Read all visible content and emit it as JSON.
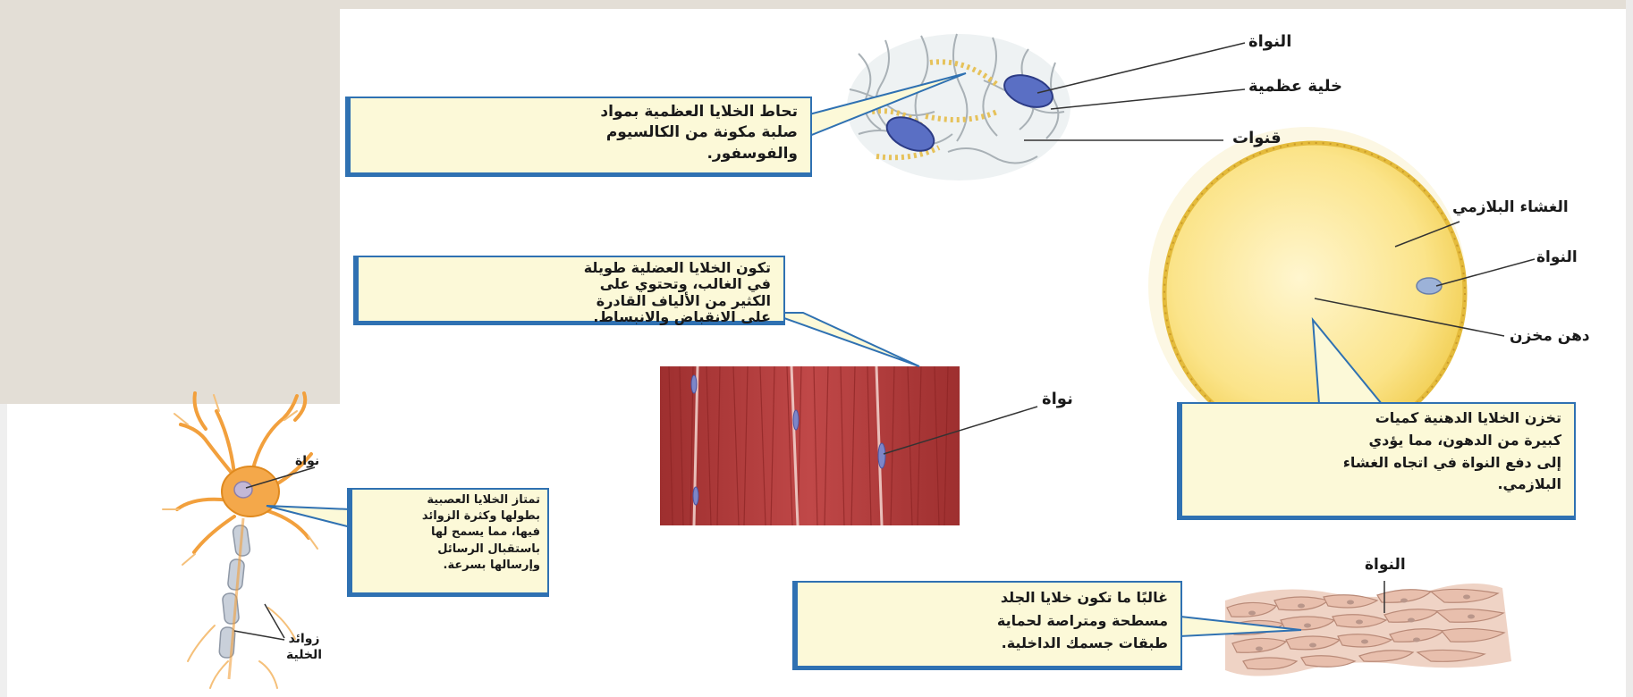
{
  "bone": {
    "callout_lines": [
      "تحاط الخلايا العظمية بمواد",
      "صلبة مكونة من الكالسيوم",
      "والفوسفور."
    ],
    "labels": {
      "nucleus": "النواة",
      "cell": "خلية عظمية",
      "canals": "قنوات"
    }
  },
  "muscle": {
    "callout_lines": [
      "تكون الخلايا العضلية طويلة",
      "في الغالب، وتحتوي على",
      "الكثير من الألياف القادرة",
      "على الانقباض والانبساط."
    ],
    "labels": {
      "nucleus": "نواة"
    }
  },
  "fat": {
    "callout_lines": [
      "تخزن الخلايا الدهنية كميات",
      "كبيرة من الدهون، مما يؤدي",
      "إلى دفع النواة في اتجاه الغشاء",
      "البلازمي."
    ],
    "labels": {
      "membrane": "الغشاء البلازمي",
      "nucleus": "النواة",
      "stored_fat": "دهن مخزن"
    }
  },
  "nerve": {
    "callout_lines": [
      "تمتاز الخلايا العصبية",
      "بطولها وكثرة الزوائد",
      "فيها، مما يسمح لها",
      "باستقبال الرسائل",
      "وإرسالها بسرعة."
    ],
    "labels": {
      "nucleus": "نواة",
      "processes_line1": "زوائد",
      "processes_line2": "الخلية"
    }
  },
  "skin": {
    "callout_lines": [
      "غالبًا ما تكون خلايا الجلد",
      "مسطحة ومتراصة لحماية",
      "طبقات جسمك الداخلية."
    ],
    "labels": {
      "nucleus": "النواة"
    }
  },
  "colors": {
    "callout_bg": "#fcf9d8",
    "callout_border": "#2f71b2",
    "frame_bg": "#e3ded6",
    "muscle_red": "#b33a3a",
    "fat_yellow": "#f7dd6a",
    "nerve_orange": "#f2a03d",
    "skin_pink": "#e6b8a4"
  }
}
